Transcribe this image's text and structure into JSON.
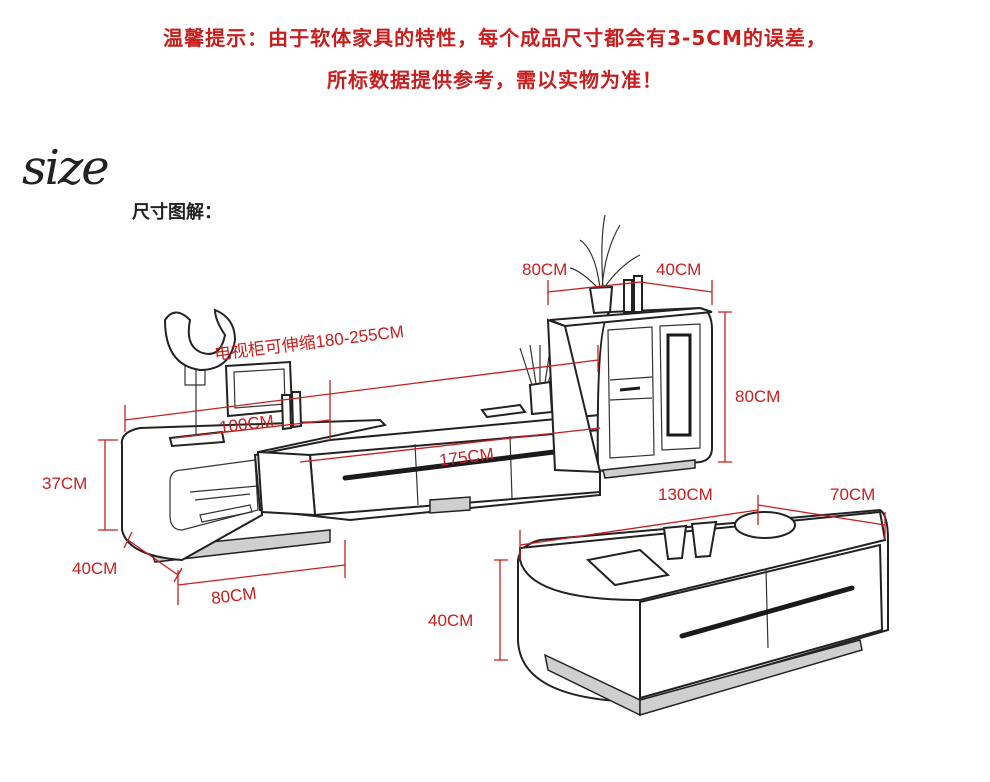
{
  "notice": {
    "line1": "温馨提示：由于软体家具的特性，每个成品尺寸都会有3-5CM的误差，",
    "line2": "所标数据提供参考，需以实物为准！"
  },
  "heading": {
    "word": "size",
    "subtitle": "尺寸图解："
  },
  "dimensions": {
    "tv_cabinet_range": "电视柜可伸缩180-255CM",
    "tv_left_width": "100CM",
    "tv_center_width": "175CM",
    "tv_height": "37CM",
    "tv_depth": "40CM",
    "tv_left_base": "80CM",
    "cabinet_width": "80CM",
    "cabinet_depth": "40CM",
    "cabinet_height": "80CM",
    "table_width": "130CM",
    "table_depth": "70CM",
    "table_height": "40CM"
  },
  "colors": {
    "accent": "#c81e1e"
  }
}
